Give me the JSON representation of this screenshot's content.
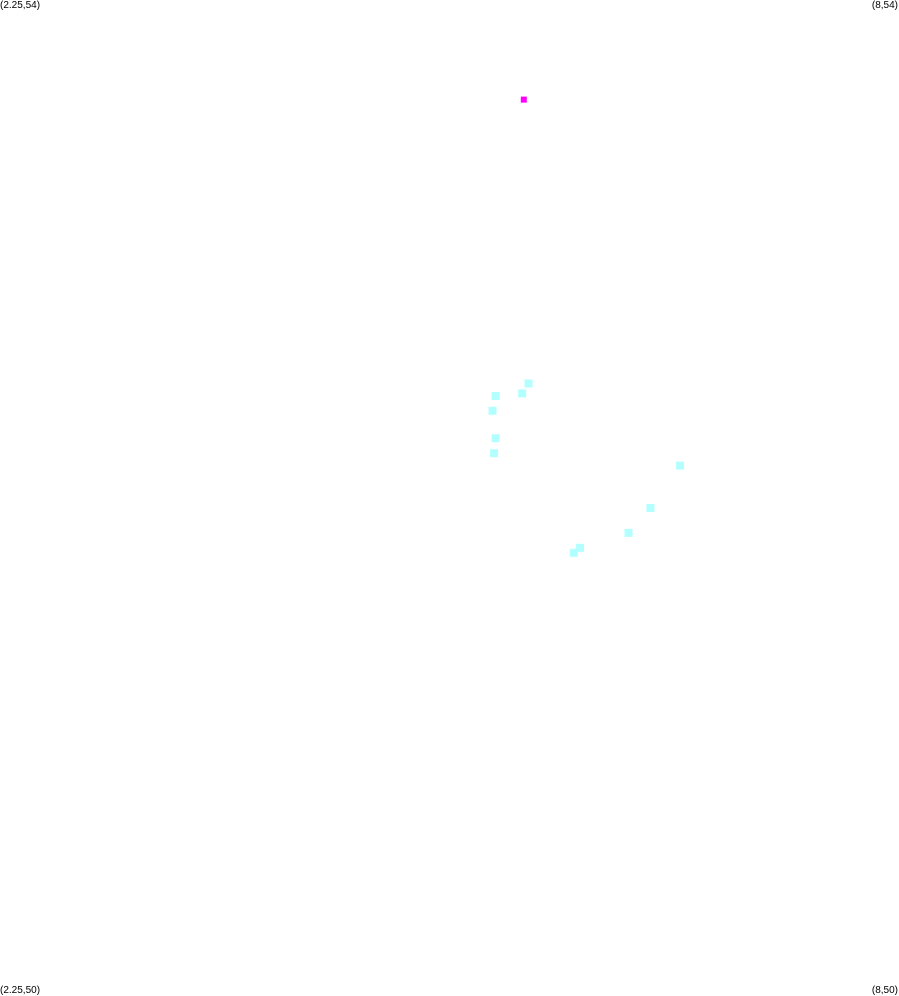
{
  "corners": {
    "top_left": "(2.25,54)",
    "top_right": "(8,54)",
    "bottom_left": "(2.25,50)",
    "bottom_right": "(8,50)"
  },
  "colors": {
    "highlight": "#ff00ff",
    "points": "#b3ffff"
  },
  "chart_data": {
    "type": "scatter",
    "xlim": [
      2.25,
      8
    ],
    "ylim": [
      50,
      54
    ],
    "series": [
      {
        "color": "#ff00ff",
        "points": [
          [
            5.6,
            53.6
          ]
        ]
      },
      {
        "color": "#b3ffff",
        "points": [
          [
            5.63,
            52.46
          ],
          [
            5.59,
            52.42
          ],
          [
            5.42,
            52.41
          ],
          [
            5.4,
            52.35
          ],
          [
            5.42,
            52.24
          ],
          [
            5.41,
            52.18
          ],
          [
            6.6,
            52.13
          ],
          [
            6.41,
            51.96
          ],
          [
            6.27,
            51.86
          ],
          [
            5.96,
            51.8
          ],
          [
            5.92,
            51.78
          ]
        ]
      }
    ]
  }
}
